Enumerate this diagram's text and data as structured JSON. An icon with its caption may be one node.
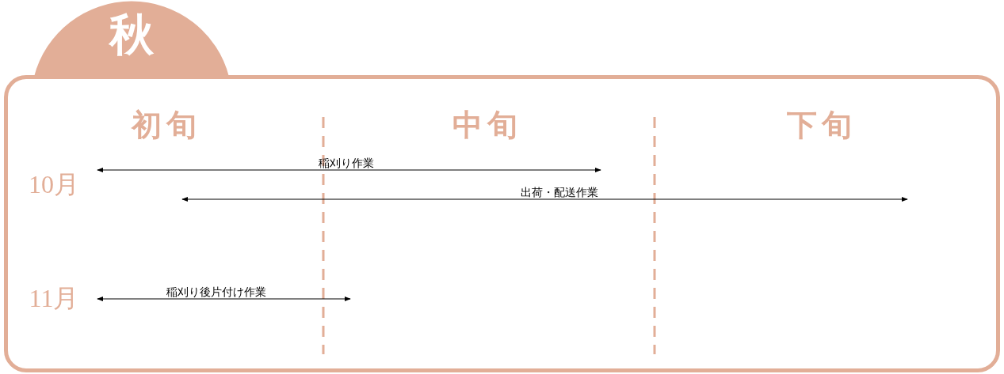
{
  "diagram": {
    "nodes": [
      {
        "text": [
          "秋"
        ]
      }
    ],
    "labels": [
      "初旬",
      "中旬",
      "下旬",
      "稲刈り作業",
      "10月",
      "出荷・配送作業",
      "11月",
      "稲刈り後片付け作業"
    ]
  }
}
